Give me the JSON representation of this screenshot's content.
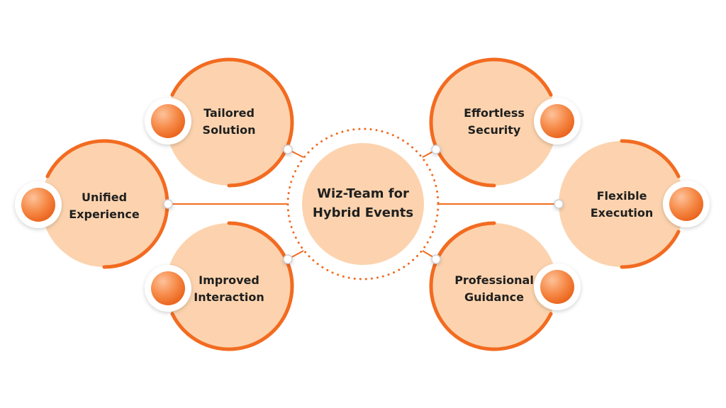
{
  "center": {
    "title": "Wiz-Team for\nHybrid Events"
  },
  "nodes": {
    "tailored_solution": "Tailored\nSolution",
    "unified_experience": "Unified\nExperience",
    "improved_interaction": "Improved\nInteraction",
    "effortless_security": "Effortless\nSecurity",
    "flexible_execution": "Flexible\nExecution",
    "professional_guidance": "Professional\nGuidance"
  },
  "colors": {
    "accent": "#f26b21",
    "node_fill": "#fcd3ae",
    "ball_light": "#fdb07f",
    "ball_dark": "#ef6a1e",
    "text": "#1f1f1f"
  }
}
